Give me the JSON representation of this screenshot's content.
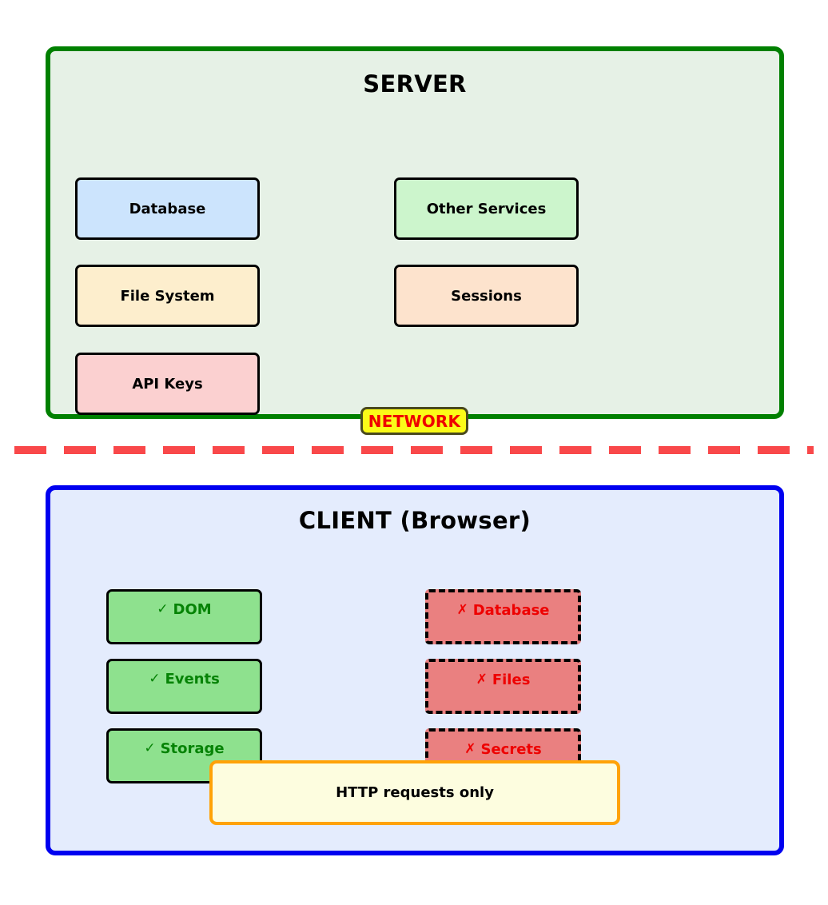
{
  "diagram": {
    "server": {
      "title": "SERVER",
      "panel_border_color": "#008000",
      "panel_bg_color": "#e6f1e6",
      "resources": [
        {
          "label": "Database",
          "color": "#cce4fd",
          "column": "left",
          "row": 1
        },
        {
          "label": "File System",
          "color": "#fdeecd",
          "column": "left",
          "row": 2
        },
        {
          "label": "API Keys",
          "color": "#fbd0d0",
          "column": "left",
          "row": 3
        },
        {
          "label": "Other Services",
          "color": "#ccf5cc",
          "column": "right",
          "row": 1
        },
        {
          "label": "Sessions",
          "color": "#fde3cd",
          "column": "right",
          "row": 2
        }
      ]
    },
    "network": {
      "badge_label": "NETWORK",
      "badge_bg_color": "#fbfb18",
      "badge_text_color": "#ee0000",
      "divider_color": "#f9484a",
      "divider_style": "dashed"
    },
    "client": {
      "title": "CLIENT (Browser)",
      "panel_border_color": "#0000f0",
      "panel_bg_color": "#e4ecfd",
      "allowed": [
        {
          "mark": "✓",
          "label": "DOM"
        },
        {
          "mark": "✓",
          "label": "Events"
        },
        {
          "mark": "✓",
          "label": "Storage"
        }
      ],
      "denied": [
        {
          "mark": "✗",
          "label": "Database"
        },
        {
          "mark": "✗",
          "label": "Files"
        },
        {
          "mark": "✗",
          "label": "Secrets"
        }
      ],
      "allowed_color": "#8ee18e",
      "allowed_text_color": "#068306",
      "denied_color": "#ea8080",
      "denied_text_color": "#ee0000"
    },
    "note": {
      "label": "HTTP requests only",
      "bg_color": "#fdfddf",
      "border_color": "#ffa207"
    }
  }
}
